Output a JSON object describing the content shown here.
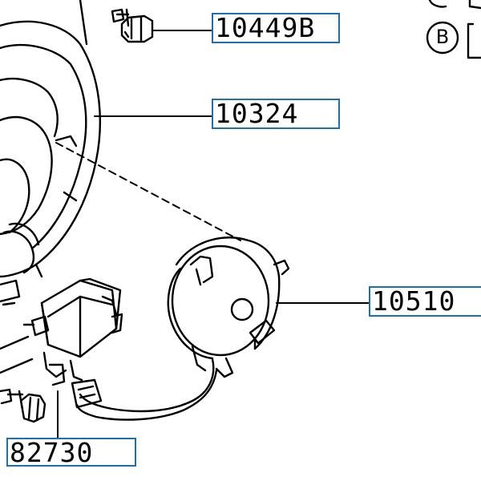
{
  "labels": {
    "l1": "10449B",
    "l2": "10324",
    "l3": "10510",
    "l4": "82730"
  },
  "callout": {
    "letter": "B"
  },
  "colors": {
    "label_border": "#1f6fb4",
    "line": "#000000"
  }
}
